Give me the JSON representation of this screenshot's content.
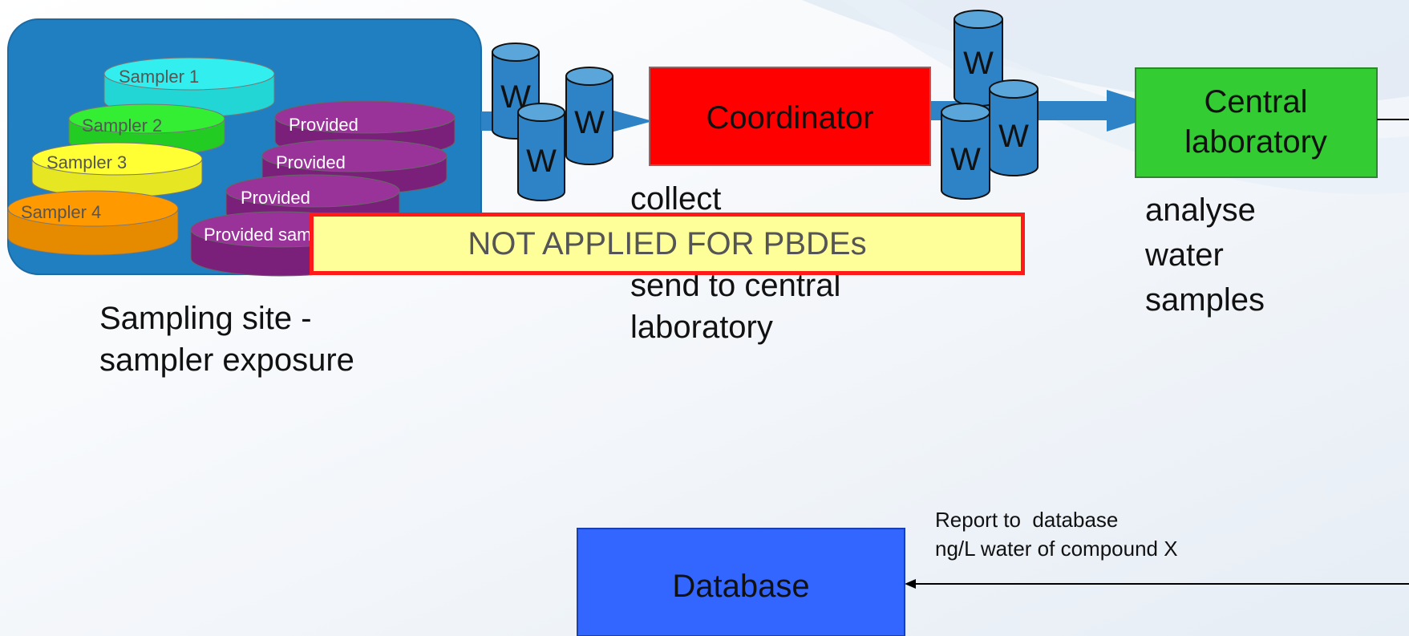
{
  "site": {
    "samplers": [
      "Sampler 1",
      "Sampler 2",
      "Sampler 3",
      "Sampler 4"
    ],
    "provided": [
      "Provided",
      "Provided",
      "Provided",
      "Provided sampler"
    ],
    "caption": [
      "Sampling site -",
      "sampler exposure"
    ]
  },
  "water_label": "W",
  "coordinator": {
    "label": "Coordinator",
    "caption": [
      "collect",
      "send to central",
      "laboratory"
    ]
  },
  "central_lab": {
    "label": [
      "Central",
      "laboratory"
    ],
    "caption": [
      "analyse",
      "water",
      "samples"
    ]
  },
  "notice": "NOT APPLIED FOR PBDEs",
  "database": {
    "label": "Database",
    "report": [
      "Report to  database",
      "ng/L water of compound X"
    ]
  },
  "colors": {
    "site_panel": "#1f7fc0",
    "sampler_1": "#33eeee",
    "sampler_2": "#33ee33",
    "sampler_3": "#ffff33",
    "sampler_4": "#ff9900",
    "provided": "#993399",
    "coordinator": "#ff0000",
    "central_lab": "#33cc33",
    "database": "#3366ff",
    "water_cylinder": "#2e83c6",
    "notice_fill": "#ffff99",
    "notice_border": "#ff1a1a"
  }
}
